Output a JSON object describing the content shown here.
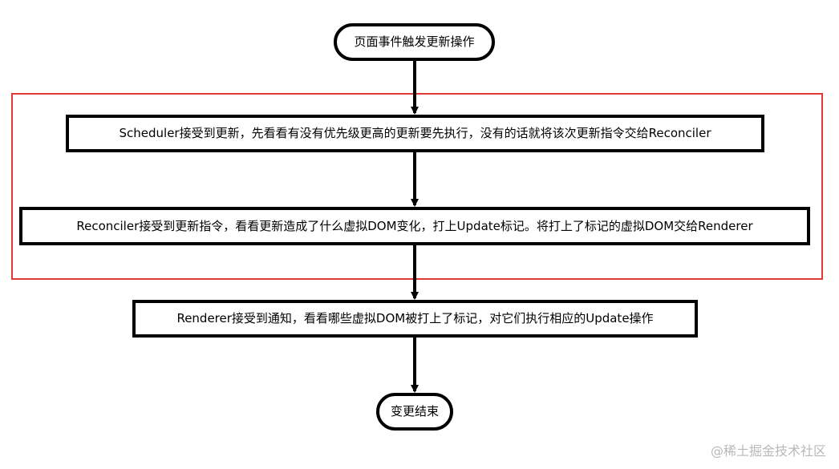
{
  "diagram": {
    "type": "flowchart",
    "highlight_color": "#e53935",
    "line_color": "#000000",
    "nodes": [
      {
        "id": "start",
        "shape": "rounded",
        "label": "页面事件触发更新操作"
      },
      {
        "id": "scheduler",
        "shape": "rect",
        "label": "Scheduler接受到更新，先看看有没有优先级更高的更新要先执行，没有的话就将该次更新指令交给Reconciler"
      },
      {
        "id": "reconciler",
        "shape": "rect",
        "label": "Reconciler接受到更新指令，看看更新造成了什么虚拟DOM变化，打上Update标记。将打上了标记的虚拟DOM交给Renderer"
      },
      {
        "id": "renderer",
        "shape": "rect",
        "label": "Renderer接受到通知，看看哪些虚拟DOM被打上了标记，对它们执行相应的Update操作"
      },
      {
        "id": "end",
        "shape": "rounded",
        "label": "变更结束"
      }
    ],
    "edges": [
      {
        "from": "start",
        "to": "scheduler"
      },
      {
        "from": "scheduler",
        "to": "reconciler"
      },
      {
        "from": "reconciler",
        "to": "renderer"
      },
      {
        "from": "renderer",
        "to": "end"
      }
    ],
    "highlight_group": [
      "scheduler",
      "reconciler"
    ]
  },
  "watermark": "@稀土掘金技术社区"
}
